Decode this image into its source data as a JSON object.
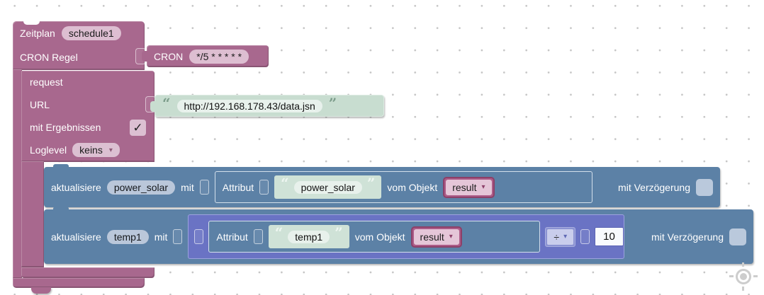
{
  "icons": {
    "dropdown_arrow": "▾",
    "checkmark": "✓",
    "open_quote": "“",
    "close_quote": "”"
  },
  "colors": {
    "schedule_block": "#a8688e",
    "update_block": "#5c81a6",
    "string_block": "#c8ddd0",
    "variable_block": "#ad5c88",
    "math_block": "#6a73c4"
  },
  "schedule_block": {
    "title_label": "Zeitplan",
    "name": "schedule1",
    "cron_row_label": "CRON Regel"
  },
  "cron_block": {
    "label": "CRON",
    "pattern": "*/5 * * * * *"
  },
  "request_block": {
    "title": "request",
    "url_label": "URL",
    "results_label": "mit Ergebnissen",
    "loglevel_label": "Loglevel",
    "loglevel_value": "keins"
  },
  "url_block": {
    "value": "http://192.168.178.43/data.jsn"
  },
  "update1": {
    "action": "aktualisiere",
    "object_id": "power_solar",
    "with": "mit",
    "delay_label": "mit Verzögerung",
    "attribute": {
      "label": "Attribut",
      "value": "power_solar",
      "from_label": "vom Objekt",
      "variable": "result"
    }
  },
  "update2": {
    "action": "aktualisiere",
    "object_id": "temp1",
    "with": "mit",
    "delay_label": "mit Verzögerung",
    "attribute": {
      "label": "Attribut",
      "value": "temp1",
      "from_label": "vom Objekt",
      "variable": "result"
    },
    "math": {
      "operator": "÷",
      "value": "10"
    }
  }
}
